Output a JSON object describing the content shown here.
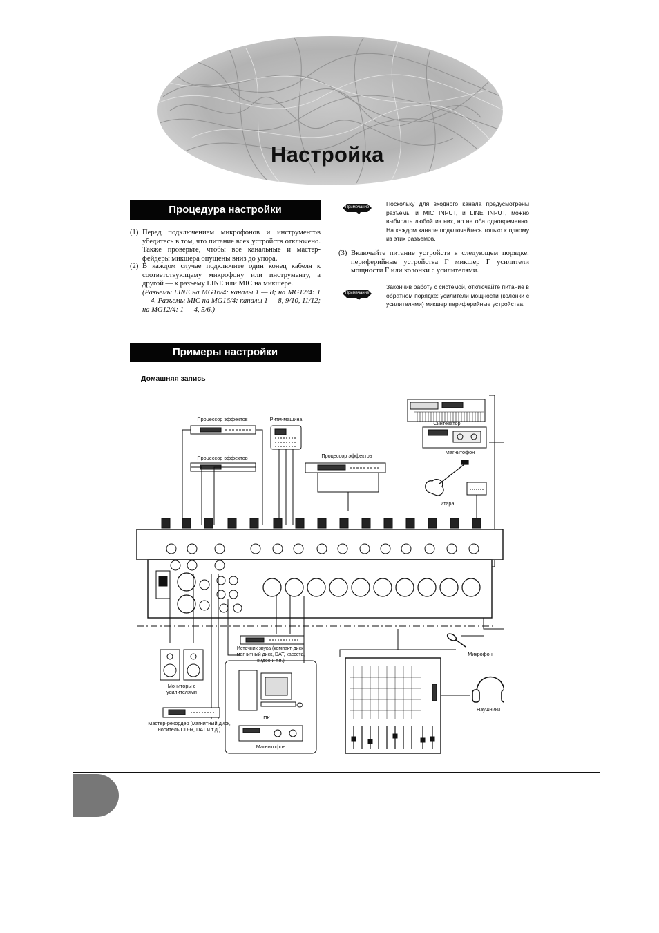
{
  "title": "Настройка",
  "sections": {
    "procedure_heading": "Процедура настройки",
    "examples_heading": "Примеры настройки",
    "home_recording": "Домашняя запись"
  },
  "procedure": {
    "item1_num": "(1)",
    "item1_text": "Перед подключением микрофонов и инструментов убедитесь в том, что питание всех устройств отключено. Также проверьте, чтобы все канальные и мастер-фейдеры микшера опущены вниз до упора.",
    "item2_num": "(2)",
    "item2_text": "В каждом случае подключите один конец кабеля к соответствующему микрофону или инструменту, а другой — к разъему LINE или MIC на микшере.",
    "item2_italic": "(Разъемы LINE на MG16/4: каналы 1 — 8; на MG12/4: 1 — 4. Разъемы MIC на MG16/4: каналы 1 — 8, 9/10, 11/12; на MG12/4: 1 — 4, 5/6.)",
    "item3_num": "(3)",
    "item3_text": "Включайте питание устройств в следующем порядке: периферийные устройства Γ микшер Γ усилители мощности Γ или колонки с усилителями."
  },
  "notes": {
    "badge_label": "Примечание",
    "note1": "Поскольку для входного канала предусмотрены разъемы и MIC INPUT, и LINE INPUT, можно выбирать любой из них, но не оба одновременно. На каждом канале подключайтесь только к одному из этих разъемов.",
    "note2": "Закончив работу с системой, отключайте питание в обратном порядке: усилители мощности (колонки с усилителями)    микшер    периферийные устройства."
  },
  "diagram": {
    "effects1": "Процессор эффектов",
    "drum": "Ритм-машина",
    "effects2": "Процессор эффектов",
    "effects3": "Процессор эффектов",
    "synth": "Синтезатор",
    "tape1": "Магнитофон",
    "guitar": "Гитара",
    "source": "Источник звука (компакт-диск, магнитный диск, DAT, кассета, видео и т.п.)",
    "monitors": "Мониторы с усилителями",
    "pc": "ПК",
    "master_rec": "Мастер-рекордер (магнитный диск, носитель CD-R, DAT и т.д.)",
    "tape2": "Магнитофон",
    "mic": "Микрофон",
    "phones": "Наушники"
  }
}
